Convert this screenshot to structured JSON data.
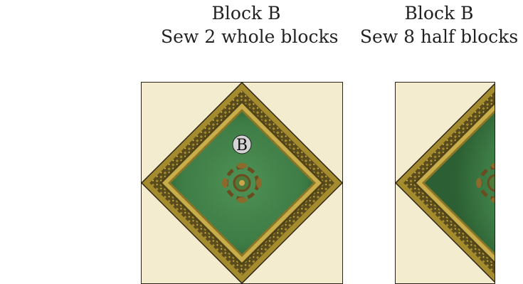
{
  "whole_block": {
    "title": "Block B",
    "instruction": "Sew 2 whole blocks",
    "label": "B"
  },
  "half_block": {
    "title": "Block B",
    "instruction": "Sew 8 half blocks"
  },
  "colors": {
    "background_fabric": "#f3eccf",
    "outline": "#2b2416",
    "gold_border": "#a48b2d",
    "dark_braid": "#4f4319",
    "gold_accent": "#c9ad4a",
    "green_center": "#3e7d46",
    "green_dark": "#23532c",
    "motif": "#6b4c1f",
    "label_circle": "#d4d4d4"
  }
}
